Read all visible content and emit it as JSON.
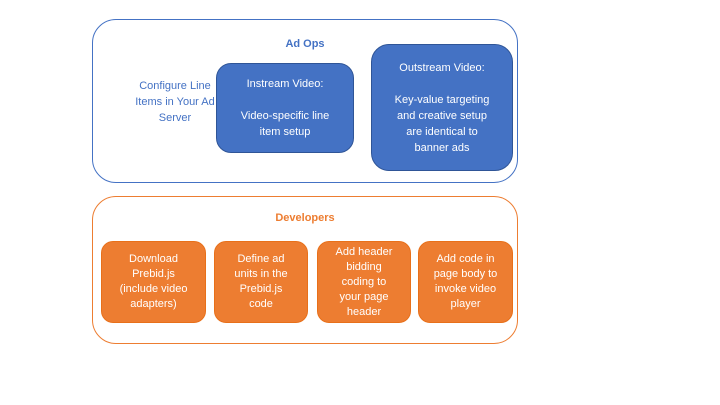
{
  "diagram": {
    "ad_ops": {
      "title": "Ad Ops",
      "accent_color": "#4472C4",
      "box_fill": "#4472C4",
      "box_border": "#2F5597",
      "text_color": "#FFFFFF",
      "side_note": "Configure Line\nItems in Your Ad\nServer",
      "boxes": [
        {
          "name": "instream-video",
          "title": "Instream Video:",
          "body": "Video-specific line\nitem setup"
        },
        {
          "name": "outstream-video",
          "title": "Outstream Video:",
          "body": "Key-value targeting\nand creative setup\nare identical to\nbanner ads"
        }
      ]
    },
    "developers": {
      "title": "Developers",
      "accent_color": "#ED7D31",
      "box_fill": "#ED7D31",
      "box_border": "#E8701A",
      "text_color": "#FFFFFF",
      "boxes": [
        {
          "name": "download-prebid",
          "label": "Download\nPrebid.js\n(include video\nadapters)"
        },
        {
          "name": "define-ad-units",
          "label": "Define ad\nunits in the\nPrebid.js\ncode"
        },
        {
          "name": "header-bidding-code",
          "label": "Add header\nbidding\ncoding to\nyour page\nheader"
        },
        {
          "name": "invoke-video-player",
          "label": "Add code in\npage body to\ninvoke video\nplayer"
        }
      ]
    }
  }
}
